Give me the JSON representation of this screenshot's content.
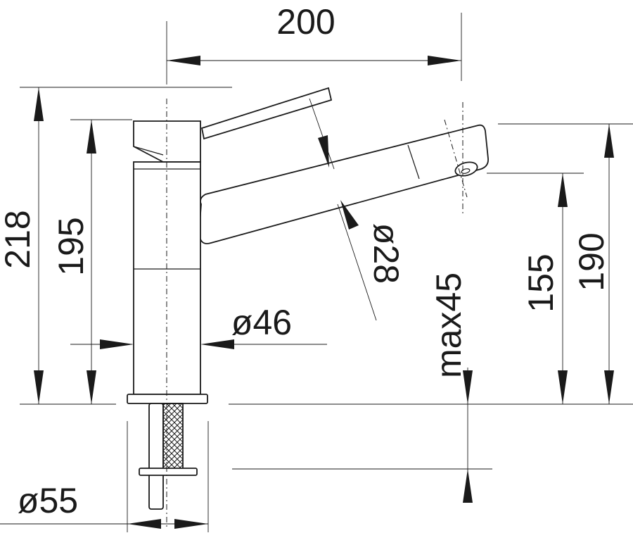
{
  "dimensions": {
    "width_top": "200",
    "height_total": "218",
    "height_body": "195",
    "spout_diameter": "ø28",
    "max_thickness": "max45",
    "spout_height_min": "155",
    "spout_height_max": "190",
    "body_diameter": "ø46",
    "base_diameter": "ø55"
  }
}
